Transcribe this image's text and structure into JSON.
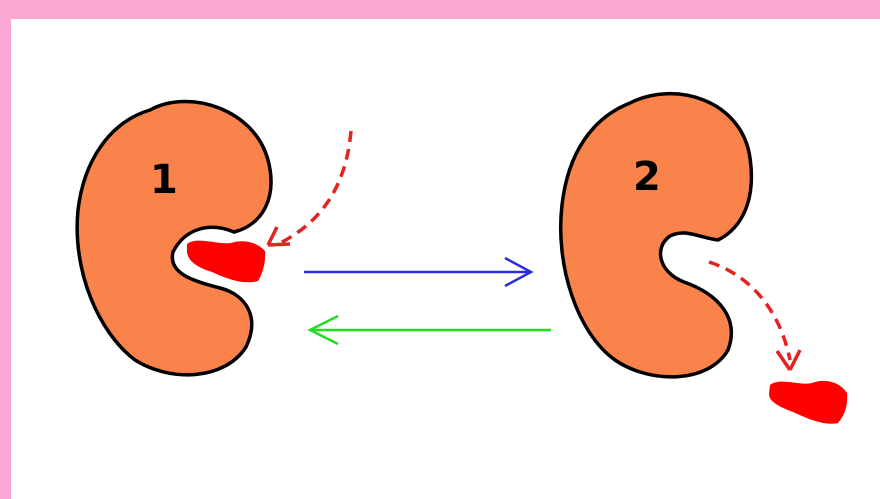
{
  "labels": {
    "state_1": "1",
    "state_2": "2"
  },
  "colors": {
    "border": "#f9a8d4",
    "protein": "#f9834b",
    "outline": "#000000",
    "ligand": "#ff0000",
    "forward_arrow": "#2b2bd9",
    "reverse_arrow": "#22dd22",
    "path_arrow": "#e52222"
  },
  "elements": {
    "left_protein": "protein-with-ligand-bound",
    "right_protein": "protein-empty-pocket",
    "ligand_bound": "ligand-blob",
    "ligand_released": "ligand-blob",
    "forward": "arrow-right",
    "reverse": "arrow-left"
  }
}
